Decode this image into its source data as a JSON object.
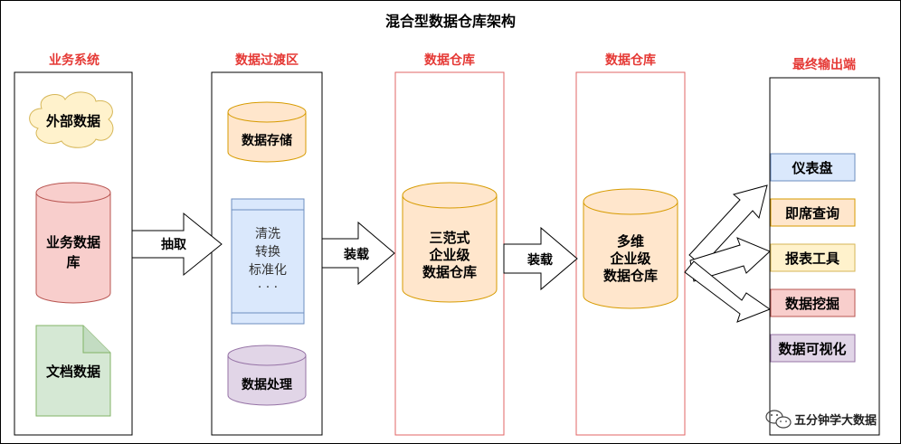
{
  "title": "混合型数据仓库架构",
  "columns": {
    "business": "业务系统",
    "staging": "数据过渡区",
    "warehouse1": "数据仓库",
    "warehouse2": "数据仓库",
    "output": "最终输出端"
  },
  "business": {
    "external": "外部数据",
    "db_line1": "业务数据",
    "db_line2": "库",
    "doc": "文档数据"
  },
  "staging": {
    "storage": "数据存储",
    "process_lines": [
      "清洗",
      "转换",
      "标准化",
      "· · ·"
    ],
    "handling": "数据处理"
  },
  "arrows": {
    "extract": "抽取",
    "load1": "装载",
    "load2": "装载"
  },
  "warehouse1": {
    "lines": [
      "三范式",
      "企业级",
      "数据仓库"
    ]
  },
  "warehouse2": {
    "lines": [
      "多维",
      "企业级",
      "数据仓库"
    ]
  },
  "outputs": [
    {
      "label": "仪表盘",
      "fill": "#dae8fc",
      "stroke": "#6c8ebf"
    },
    {
      "label": "即席查询",
      "fill": "#ffe6cc",
      "stroke": "#d79b00"
    },
    {
      "label": "报表工具",
      "fill": "#fff2cc",
      "stroke": "#d6b656"
    },
    {
      "label": "数据挖掘",
      "fill": "#f8cecc",
      "stroke": "#b85450"
    },
    {
      "label": "数据可视化",
      "fill": "#e1d5e7",
      "stroke": "#9673a6"
    }
  ],
  "watermark": "五分钟学大数据",
  "colors": {
    "heading_red": "#e53935",
    "frame": "#000000",
    "warehouse_border": "#e06666",
    "orange_fill": "#ffe6cc",
    "orange_stroke": "#d79b00",
    "red_fill": "#f8cecc",
    "red_stroke": "#b85450",
    "green_fill": "#d5e8d4",
    "green_stroke": "#82b366",
    "blue_fill": "#dae8fc",
    "blue_stroke": "#6c8ebf",
    "purple_fill": "#e1d5e7",
    "purple_stroke": "#9673a6"
  }
}
